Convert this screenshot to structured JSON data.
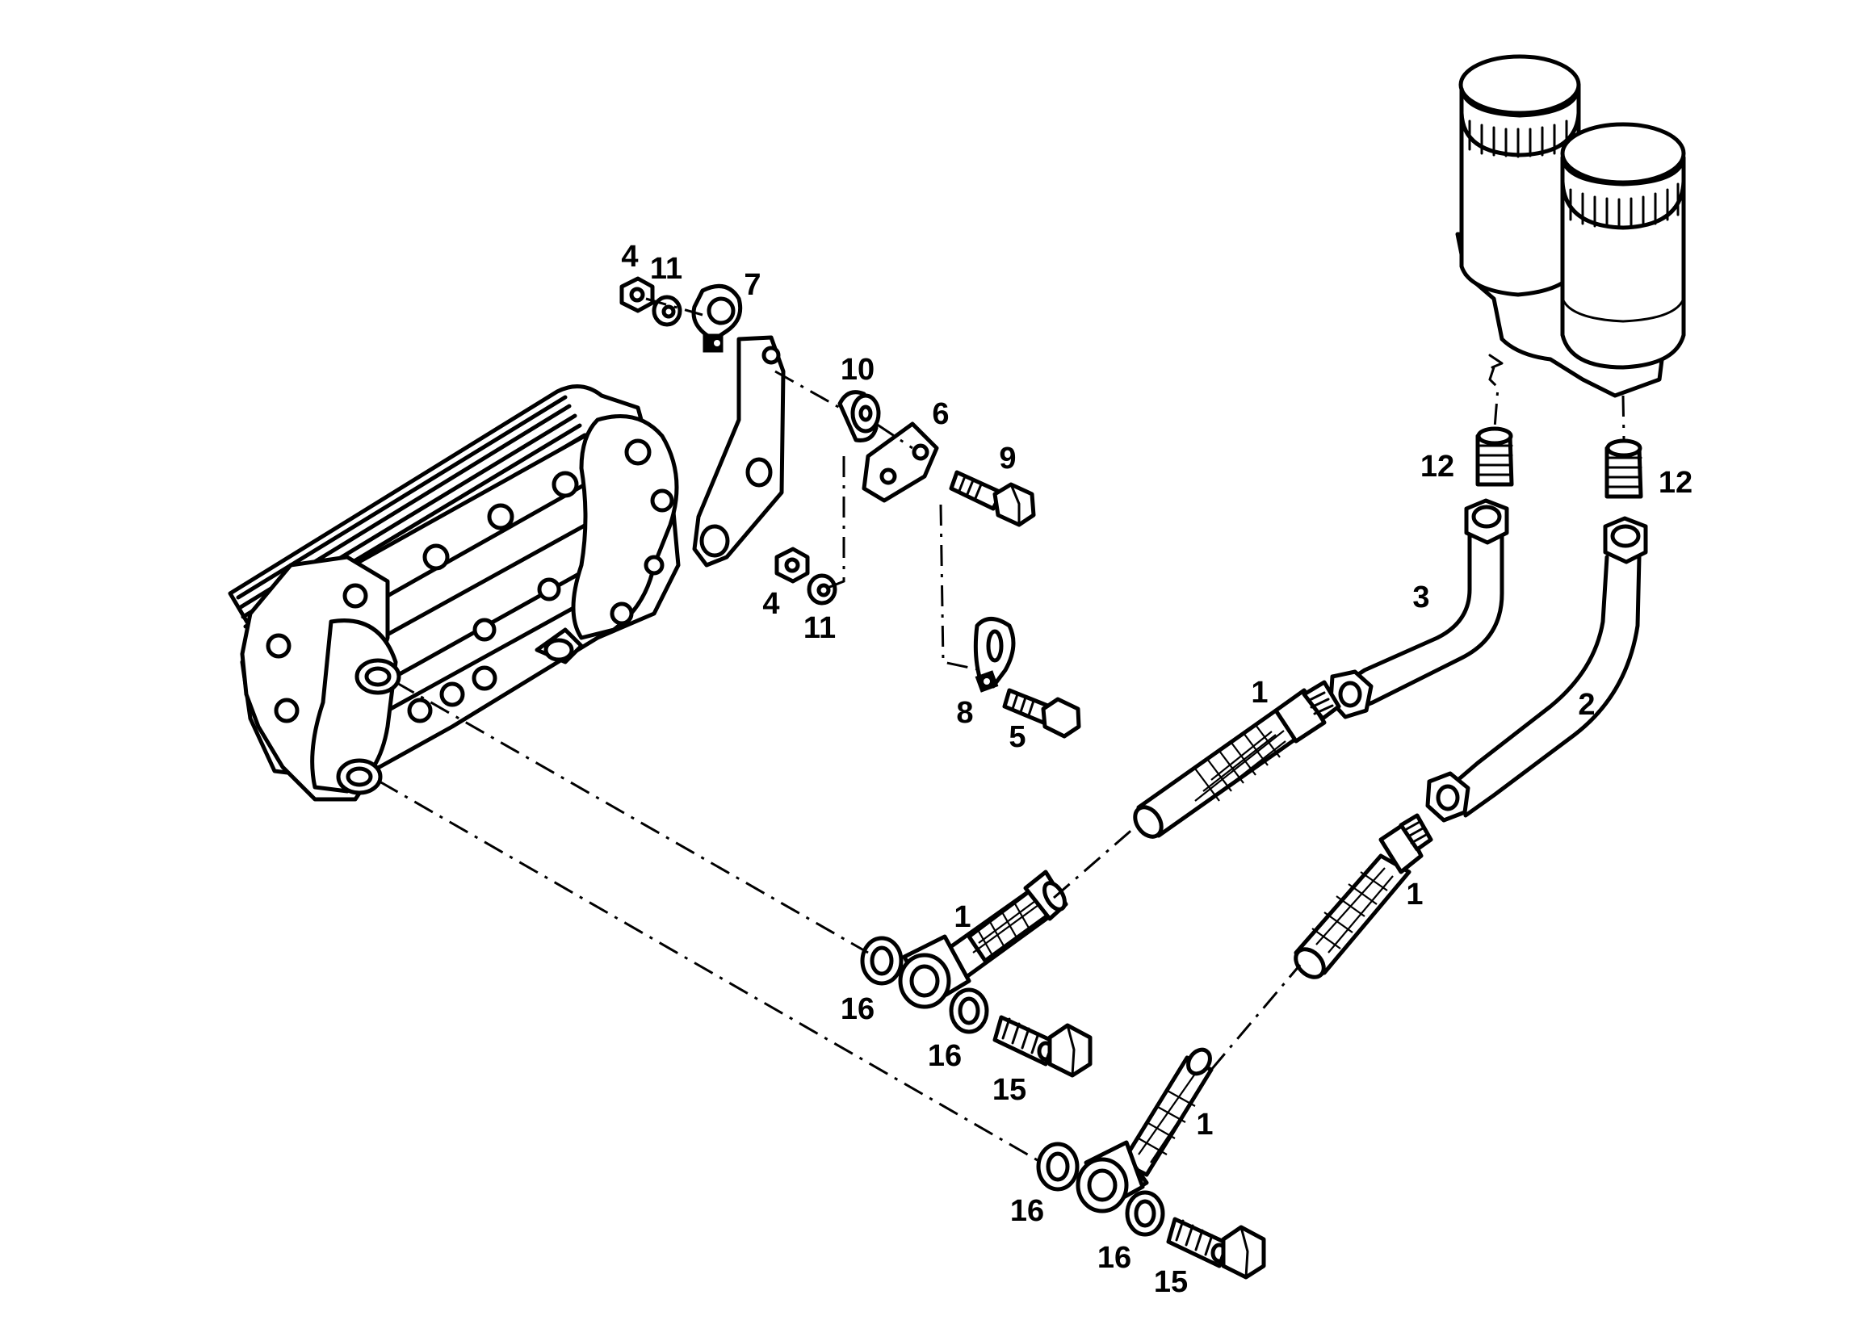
{
  "callouts": {
    "c1a": "1",
    "c1b": "1",
    "c1c": "1",
    "c1d": "1",
    "c2": "2",
    "c3": "3",
    "c4a": "4",
    "c4b": "4",
    "c5": "5",
    "c6": "6",
    "c7": "7",
    "c8": "8",
    "c9": "9",
    "c10": "10",
    "c11a": "11",
    "c11b": "11",
    "c12a": "12",
    "c12b": "12",
    "c15a": "15",
    "c15b": "15",
    "c16a": "16",
    "c16b": "16",
    "c16c": "16",
    "c16d": "16"
  },
  "parts": {
    "oil-cooler": "oil-cooler-housing",
    "oil-filter-assembly": "twin-oil-filter",
    "bracket": "mounting-bracket",
    "hoses": "flexible-oil-hose"
  }
}
